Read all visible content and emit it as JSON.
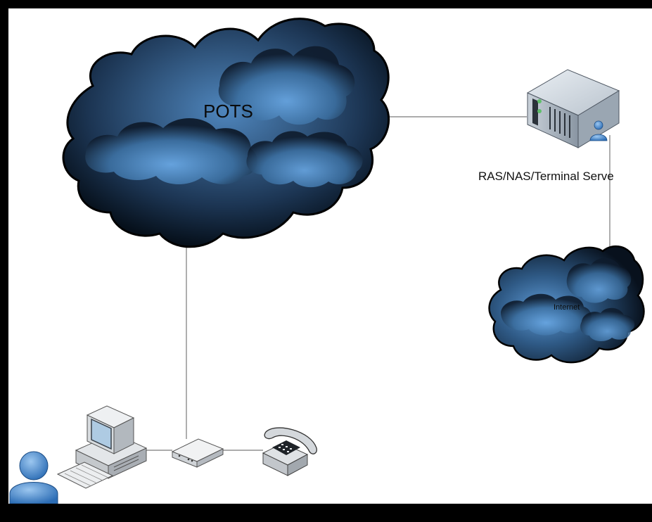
{
  "diagram": {
    "pots_label": "POTS",
    "server_label": "RAS/NAS/Terminal Serve",
    "internet_label": "Internet"
  },
  "icons": {
    "pots_cloud": "cloud-icon",
    "internet_cloud": "cloud-icon",
    "server": "server-icon",
    "user": "user-icon",
    "computer": "desktop-computer-icon",
    "modem": "modem-icon",
    "phone": "telephone-icon"
  },
  "colors": {
    "cloud_dark": "#0d1a2b",
    "cloud_light": "#5a94cf",
    "line": "#7a7a7a",
    "background": "#ffffff",
    "frame": "#000000"
  }
}
